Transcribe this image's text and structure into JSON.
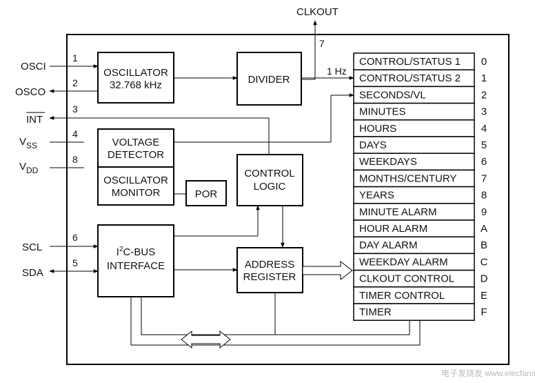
{
  "top_pin": {
    "label": "CLKOUT",
    "number": "7"
  },
  "left_pins": [
    {
      "id": "osci",
      "label": "OSCI",
      "number": "1"
    },
    {
      "id": "osco",
      "label": "OSCO",
      "number": "2"
    },
    {
      "id": "int",
      "label": "INT",
      "number": "3"
    },
    {
      "id": "vss",
      "label": "V",
      "sub": "SS",
      "number": "4"
    },
    {
      "id": "vdd",
      "label": "V",
      "sub": "DD",
      "number": "8"
    },
    {
      "id": "scl",
      "label": "SCL",
      "number": "6"
    },
    {
      "id": "sda",
      "label": "SDA",
      "number": "5"
    }
  ],
  "blocks": {
    "oscillator": [
      "OSCILLATOR",
      "32.768 kHz"
    ],
    "divider": [
      "DIVIDER"
    ],
    "voltage_detector": [
      "VOLTAGE",
      "DETECTOR"
    ],
    "oscillator_monitor": [
      "OSCILLATOR",
      "MONITOR"
    ],
    "por": [
      "POR"
    ],
    "control_logic": [
      "CONTROL",
      "LOGIC"
    ],
    "i2c_interface": {
      "pre": "I",
      "sup": "2",
      "post": "C-BUS",
      "line2": "INTERFACE"
    },
    "address_register": [
      "ADDRESS",
      "REGISTER"
    ]
  },
  "freq_label": "1 Hz",
  "registers": [
    {
      "name": "CONTROL/STATUS 1",
      "addr": "0"
    },
    {
      "name": "CONTROL/STATUS 2",
      "addr": "1"
    },
    {
      "name": "SECONDS/VL",
      "addr": "2"
    },
    {
      "name": "MINUTES",
      "addr": "3"
    },
    {
      "name": "HOURS",
      "addr": "4"
    },
    {
      "name": "DAYS",
      "addr": "5"
    },
    {
      "name": "WEEKDAYS",
      "addr": "6"
    },
    {
      "name": "MONTHS/CENTURY",
      "addr": "7"
    },
    {
      "name": "YEARS",
      "addr": "8"
    },
    {
      "name": "MINUTE ALARM",
      "addr": "9"
    },
    {
      "name": "HOUR ALARM",
      "addr": "A"
    },
    {
      "name": "DAY ALARM",
      "addr": "B"
    },
    {
      "name": "WEEKDAY ALARM",
      "addr": "C"
    },
    {
      "name": "CLKOUT CONTROL",
      "addr": "D"
    },
    {
      "name": "TIMER CONTROL",
      "addr": "E"
    },
    {
      "name": "TIMER",
      "addr": "F"
    }
  ],
  "watermark": "电子发烧友 www.elecfans.com"
}
